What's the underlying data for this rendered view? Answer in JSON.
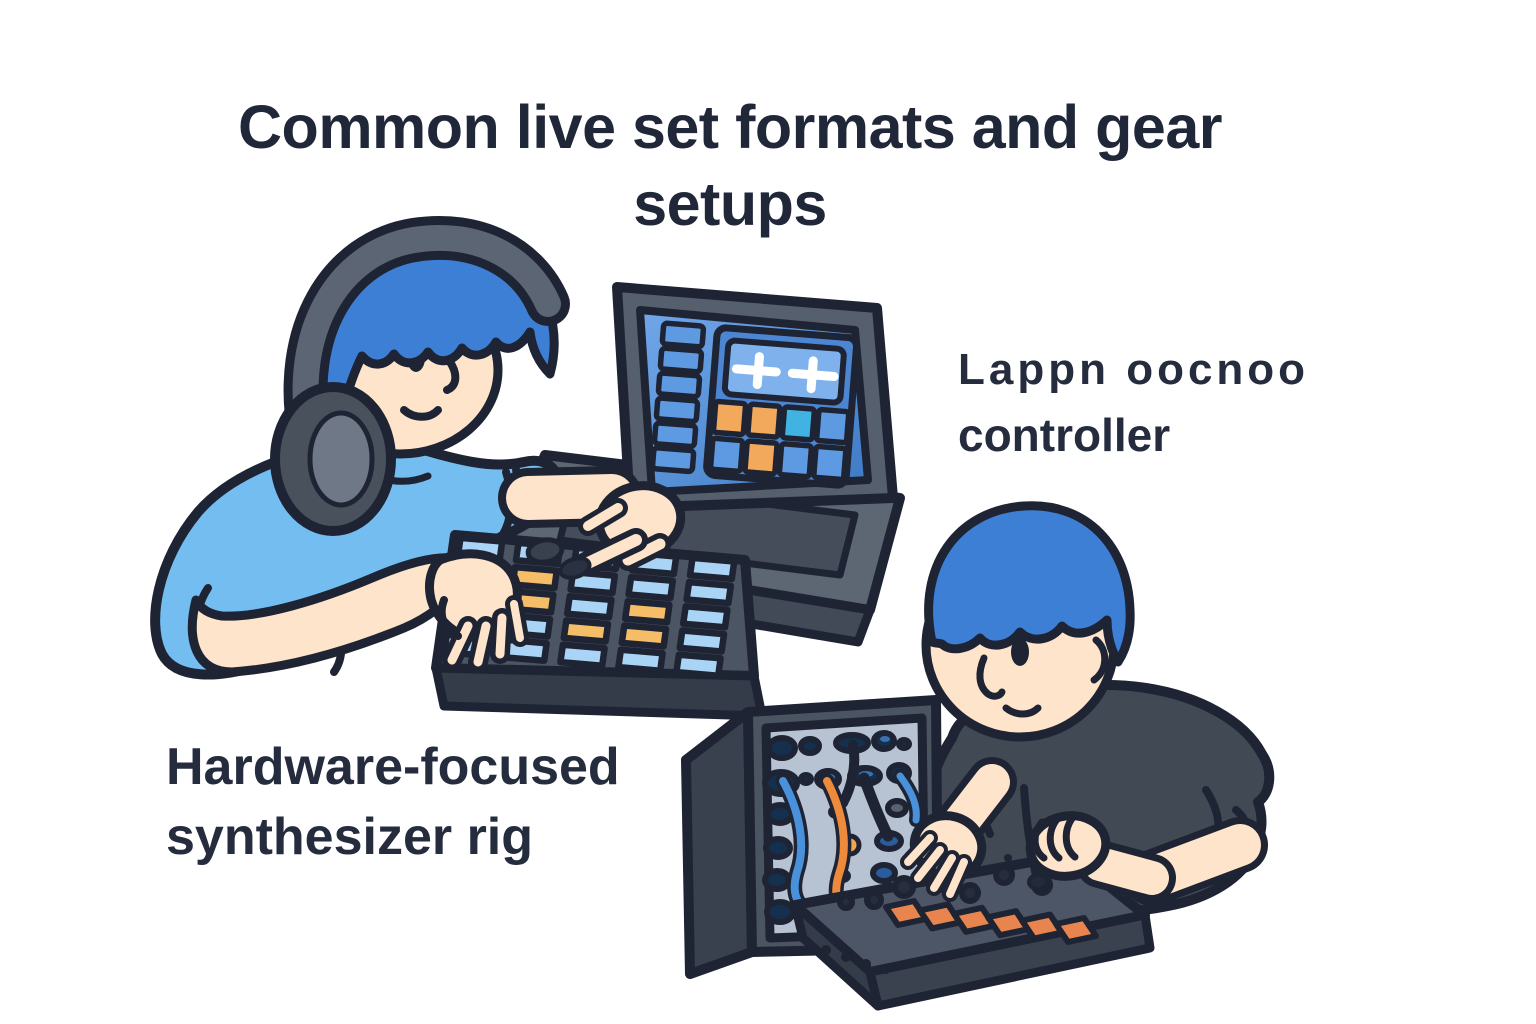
{
  "title_lines": [
    "Common live set formats and gear",
    "setups"
  ],
  "captions": {
    "laptop": {
      "line1": "Lappn oocnoo",
      "line2": "controller"
    },
    "hardware": {
      "line1": "Hardware-focused",
      "line2": "synthesizer rig"
    }
  },
  "palette": {
    "background": "#ffffff",
    "ink": "#1e2433",
    "text": "#242c3e",
    "skin": "#fde4ca",
    "hair": "#3d7fd4",
    "shirt_light": "#74bdf0",
    "shirt_dark": "#414955",
    "headphone_band": "#5c6573",
    "headphone_cup": "#49515d",
    "headphone_cup_inner": "#6e7887",
    "laptop_frame": "#565f6d",
    "laptop_deck": "#5d6673",
    "laptop_keys": "#454d5a",
    "screen_top": "#71a7e9",
    "screen_bottom": "#3e7bc5",
    "screen_panel": "#4c86d2",
    "screen_bar": "#7fb2ec",
    "clip_orange": "#f2a95b",
    "clip_teal": "#41b3e2",
    "clip_blue": "#5d9ae2",
    "waveform_white": "#ffffff",
    "controller_body": "#4c5564",
    "controller_front": "#343c49",
    "pad_blue": "#a9d4f6",
    "pad_orange": "#f5bd68",
    "synth_case": "#4b5461",
    "synth_side": "#39414e",
    "synth_panel": "#b7c3d2",
    "jack_navy": "#14304e",
    "jack_glint": "#3a70b2",
    "jack_gray": "#59616d",
    "cable_blue": "#4a91dc",
    "cable_orange": "#ee8a3c",
    "dot_orange": "#f2a74e",
    "device_top": "#4d5666",
    "device_front": "#3a4250",
    "device_side": "#343c49",
    "knob_dark": "#262e3d",
    "device_pad_orange": "#e8854f"
  },
  "illustration": {
    "controller_pad_rows": [
      "bbbbb",
      "bobbb",
      "oobob",
      "bboob",
      "bbbbb"
    ],
    "screen_clip_rows": [
      "ootb",
      "bobb"
    ],
    "synth_pad_count": 6
  }
}
